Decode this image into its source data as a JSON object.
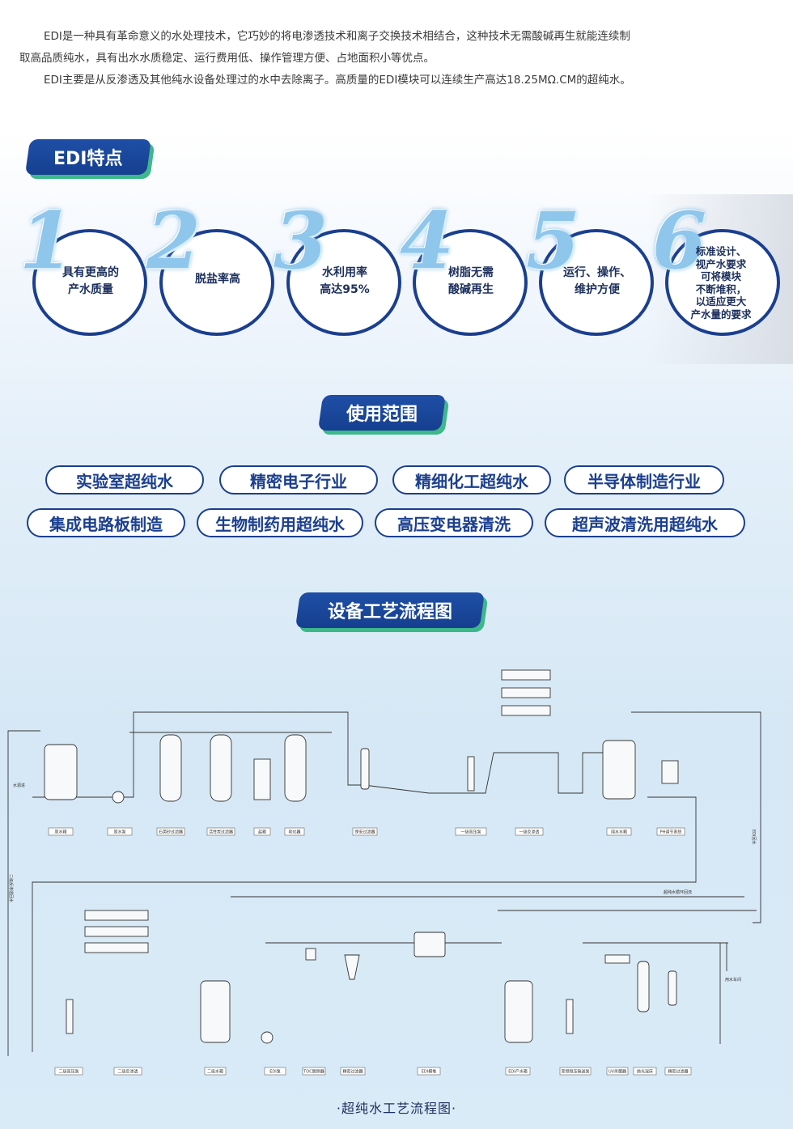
{
  "intro": {
    "p1_line1": "EDI是一种具有革命意义的水处理技术，它巧妙的将电渗透技术和离子交换技术相结合，这种技术无需酸碱再生就能连续制",
    "p1_line2": "取高品质纯水，具有出水水质稳定、运行费用低、操作管理方便、占地面积小等优点。",
    "p2": "EDI主要是从反渗透及其他纯水设备处理过的水中去除离子。高质量的EDI模块可以连续生产高达18.25MΩ.CM的超纯水。"
  },
  "features_title": "EDI特点",
  "features": [
    {
      "num": "1",
      "label": "具有更高的\n产水质量"
    },
    {
      "num": "2",
      "label": "脱盐率高"
    },
    {
      "num": "3",
      "label": "水利用率\n高达95%"
    },
    {
      "num": "4",
      "label": "树脂无需\n酸碱再生"
    },
    {
      "num": "5",
      "label": "运行、操作、\n维护方便"
    },
    {
      "num": "6",
      "label": "标准设计、\n视产水要求\n可将模块\n不断堆积，\n以适应更大\n产水量的要求"
    }
  ],
  "scope_title": "使用范围",
  "scope_tags": [
    "实验室超纯水",
    "精密电子行业",
    "精细化工超纯水",
    "半导体制造行业",
    "集成电路板制造",
    "生物制药用超纯水",
    "高压变电器清洗",
    "超声波清洗用超纯水"
  ],
  "process_title": "设备工艺流程图",
  "diagram": {
    "row1_labels": [
      "原水箱",
      "原水泵",
      "石英砂过滤器",
      "活性炭过滤器",
      "盐箱",
      "软化器",
      "保安过滤器",
      "一级高压泵",
      "一级反渗透",
      "纯水水箱",
      "PH调节系统"
    ],
    "row2_labels": [
      "二级高压泵",
      "二级反渗透",
      "二级水箱",
      "EDI泵",
      "TOC脱除器",
      "精密过滤器",
      "EDI模堆",
      "EDI产水箱",
      "变频恒压输送泵",
      "UV杀菌器",
      "抛光混床",
      "精密过滤器"
    ],
    "text_water_inlet": "水源进",
    "text_edi_return": "EDI回水",
    "text_loop_return": "超纯水循环回流",
    "text_ro2_return": "二级反渗透回水",
    "text_point_of_use": "用水车间"
  },
  "footer_caption": "·超纯水工艺流程图·",
  "colors": {
    "navy": "#1b3f8f",
    "green_shadow": "#3db88a",
    "water_blue": "#8fc6ec"
  }
}
